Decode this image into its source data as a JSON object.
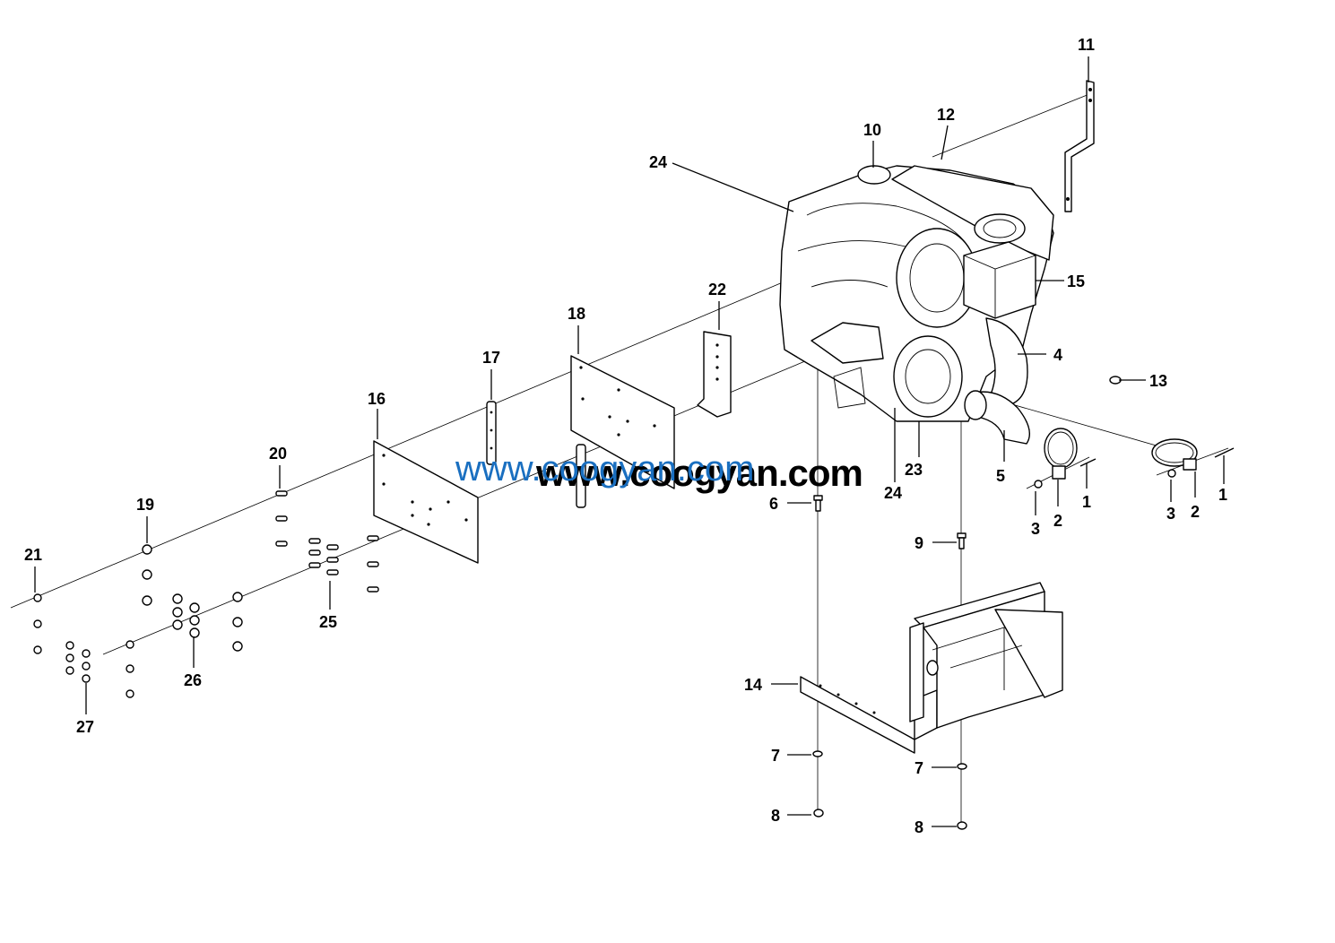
{
  "watermark": {
    "text_blue": "www.coogyan.com",
    "text_black": "www.coogyan.com",
    "colors": {
      "blue": "#1a6fc0",
      "black": "#000000"
    }
  },
  "callouts": {
    "n1": "1",
    "n2": "2",
    "n3": "3",
    "n4": "4",
    "n5": "5",
    "n6": "6",
    "n7": "7",
    "n8": "8",
    "n9": "9",
    "n10": "10",
    "n11": "11",
    "n12": "12",
    "n13": "13",
    "n14": "14",
    "n15": "15",
    "n16": "16",
    "n17": "17",
    "n18": "18",
    "n19": "19",
    "n20": "20",
    "n21": "21",
    "n22": "22",
    "n23": "23",
    "n24": "24",
    "n25": "25",
    "n26": "26",
    "n27": "27"
  }
}
